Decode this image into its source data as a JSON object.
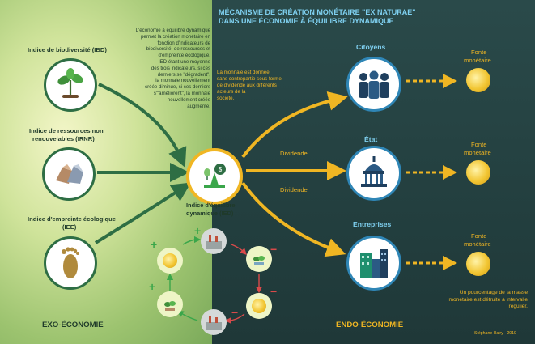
{
  "title_line1": "MÉCANISME DE CRÉATION MONÉTAIRE \"EX NATURAE\"",
  "title_line2": "DANS UNE ÉCONOMIE À ÉQUILIBRE DYNAMIQUE",
  "indices": [
    {
      "label": "Indice de biodiversité (IBD)"
    },
    {
      "label_line1": "Indice de ressources non",
      "label_line2": "renouvelables (IRNR)"
    },
    {
      "label_line1": "Indice d'empreinte écologique",
      "label_line2": "(IEE)"
    }
  ],
  "note_left": [
    "L'économie à équilibre dynamique",
    "permet la création monétaire en",
    "fonction d'indicateurs de",
    "biodiversité, de ressources et",
    "d'empreinte écologique.",
    "IED étant une moyenne",
    "des trois indicateurs, si ces",
    "derniers se \"dégradent\",",
    "la monnaie nouvellement",
    "créée diminue, si ces derniers",
    "s'\"améliorent\", la monnaie",
    "nouvellement créée",
    "augmente."
  ],
  "note_right": [
    "La monnaie est donnée",
    "sans contrepartie sous forme",
    "de dividende aux différents",
    "acteurs de la",
    "société."
  ],
  "center_label_line1": "Indice d'équilibre",
  "center_label_line2": "dynamique (IED)",
  "dividende_1": "Dividende",
  "dividende_2": "Dividende",
  "actors": [
    {
      "label": "Citoyens"
    },
    {
      "label": "État"
    },
    {
      "label": "Entreprises"
    }
  ],
  "fonte_label_line1": "Fonte",
  "fonte_label_line2": "monétaire",
  "note_bottom": [
    "Un pourcentage de la masse",
    "monétaire est détruite à intervalle",
    "régulier."
  ],
  "exo_label": "EXO-ÉCONOMIE",
  "endo_label": "ENDO-ÉCONOMIE",
  "signature": "Stéphane Hairy - 2019",
  "plus_sign": "+",
  "minus_sign": "−",
  "colors": {
    "green_arrow": "#2e6e44",
    "gold": "#f0b623",
    "sky": "#7fd0f0",
    "dark_teal": "#233f3f",
    "cycle_red": "#d94a4a",
    "cycle_green": "#3aa64a"
  },
  "icons": {
    "biodiversity": "plant-sprout-icon",
    "resources": "mineral-rocks-icon",
    "footprint": "footprint-icon",
    "center": "scale-money-bag-icon",
    "citizens": "people-group-icon",
    "state": "capitol-building-icon",
    "companies": "city-skyscrapers-icon"
  }
}
